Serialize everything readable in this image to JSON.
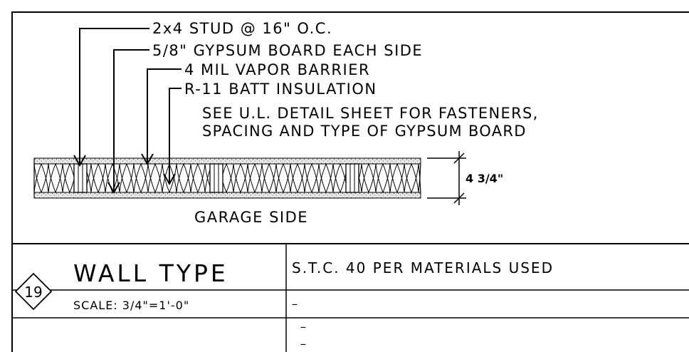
{
  "callouts": {
    "stud": "2x4 STUD @ 16\" O.C.",
    "gypsum": "5/8\" GYPSUM BOARD EACH SIDE",
    "vapor": "4 MIL VAPOR BARRIER",
    "insulation": "R-11 BATT INSULATION"
  },
  "note": {
    "line1": "SEE U.L. DETAIL SHEET FOR FASTENERS,",
    "line2": "SPACING AND TYPE OF GYPSUM BOARD"
  },
  "dimension": {
    "thickness": "4 3/4\""
  },
  "side_label": "GARAGE SIDE",
  "title_block": {
    "detail_number": "19",
    "title": "WALL TYPE",
    "scale": "SCALE: 3/4\"=1'-0\"",
    "stc": "S.T.C.  40 PER MATERIALS USED",
    "blank_1": "–",
    "blank_2": "–",
    "blank_3": "–"
  }
}
